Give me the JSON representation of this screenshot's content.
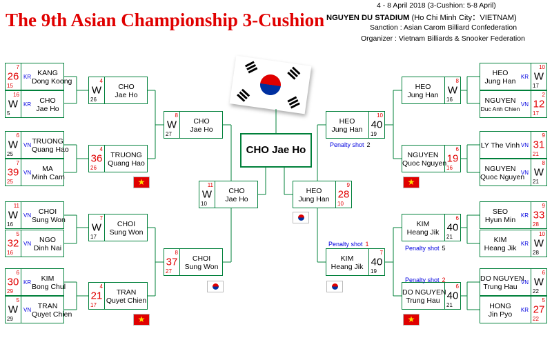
{
  "title": "The 9th Asian Championship 3-Cushion",
  "info": {
    "dates": "4 - 8 April 2018  (3-Cushion: 5-8 April)",
    "stadium": "NGUYEN DU STADIUM",
    "location": "(Ho Chi Minh City：VIETNAM)",
    "sanction": "Sanction : Asian Carom Billiard Confederation",
    "organizer": "Organizer : Vietnam Billiards & Snooker Federation"
  },
  "champion": "CHO Jae Ho",
  "round1": [
    {
      "big": "26",
      "top": "7",
      "bot": "15",
      "cc": "KR",
      "n1": "KANG",
      "n2": "Dong Koong",
      "red": true
    },
    {
      "big": "W",
      "top": "16",
      "bot": "5",
      "cc": "KR",
      "n1": "CHO",
      "n2": "Jae Ho",
      "red": false
    },
    {
      "big": "W",
      "top": "6",
      "bot": "25",
      "cc": "VN",
      "n1": "TRUONG",
      "n2": "Quang Hao",
      "red": false
    },
    {
      "big": "39",
      "top": "7",
      "bot": "25",
      "cc": "VN",
      "n1": "MA",
      "n2": "Minh Cam",
      "red": true
    },
    {
      "big": "W",
      "top": "11",
      "bot": "16",
      "cc": "VN",
      "n1": "CHOI",
      "n2": "Sung Won",
      "red": false
    },
    {
      "big": "32",
      "top": "5",
      "bot": "16",
      "cc": "VN",
      "n1": "NGO",
      "n2": "Dinh Nai",
      "red": true
    },
    {
      "big": "30",
      "top": "6",
      "bot": "29",
      "cc": "KR",
      "n1": "KIM",
      "n2": "Bong Chul",
      "red": true
    },
    {
      "big": "W",
      "top": "5",
      "bot": "29",
      "cc": "VN",
      "n1": "TRAN",
      "n2": "Quyet Chien",
      "red": false
    },
    {
      "big": "W",
      "top": "10",
      "bot": "17",
      "cc": "KR",
      "n1": "HEO",
      "n2": "Jung Han",
      "red": false
    },
    {
      "big": "12",
      "top": "2",
      "bot": "17",
      "cc": "VN",
      "n1": "NGUYEN",
      "n2": "Duc Anh Chien",
      "red": true
    },
    {
      "big": "31",
      "top": "9",
      "bot": "21",
      "cc": "VN",
      "n1": "LY The Vinh",
      "n2": "",
      "red": true
    },
    {
      "big": "W",
      "top": "8",
      "bot": "21",
      "cc": "VN",
      "n1": "NGUYEN",
      "n2": "Quoc Nguyen",
      "red": false
    },
    {
      "big": "33",
      "top": "9",
      "bot": "28",
      "cc": "KR",
      "n1": "SEO",
      "n2": "Hyun Min",
      "red": true
    },
    {
      "big": "W",
      "top": "10",
      "bot": "28",
      "cc": "KR",
      "n1": "KIM",
      "n2": "Heang Jik",
      "red": false
    },
    {
      "big": "W",
      "top": "6",
      "bot": "22",
      "cc": "VN",
      "n1": "DO NGUYEN",
      "n2": "Trung Hau",
      "red": false
    },
    {
      "big": "27",
      "top": "5",
      "bot": "22",
      "cc": "KR",
      "n1": "HONG",
      "n2": "Jin Pyo",
      "red": true
    }
  ],
  "round2": [
    {
      "big": "W",
      "top": "4",
      "bot": "26",
      "n1": "CHO",
      "n2": "Jae Ho",
      "red": false
    },
    {
      "big": "36",
      "top": "4",
      "bot": "26",
      "n1": "TRUONG",
      "n2": "Quang Hao",
      "red": true
    },
    {
      "big": "W",
      "top": "7",
      "bot": "17",
      "n1": "CHOI",
      "n2": "Sung Won",
      "red": false
    },
    {
      "big": "21",
      "top": "4",
      "bot": "17",
      "n1": "TRAN",
      "n2": "Quyet Chien",
      "red": true
    },
    {
      "big": "W",
      "top": "8",
      "bot": "16",
      "n1": "HEO",
      "n2": "Jung Han",
      "red": false
    },
    {
      "big": "19",
      "top": "6",
      "bot": "16",
      "n1": "NGUYEN",
      "n2": "Quoc Nguyen",
      "red": true
    },
    {
      "big": "40",
      "top": "6",
      "bot": "21",
      "n1": "KIM",
      "n2": "Heang Jik",
      "red": false
    },
    {
      "big": "40",
      "top": "6",
      "bot": "21",
      "n1": "DO NGUYEN",
      "n2": "Trung Hau",
      "red": false
    }
  ],
  "qf": [
    {
      "big": "W",
      "top": "8",
      "bot": "27",
      "n1": "CHO",
      "n2": "Jae Ho",
      "red": false
    },
    {
      "big": "37",
      "top": "8",
      "bot": "27",
      "n1": "CHOI",
      "n2": "Sung Won",
      "red": true
    },
    {
      "big": "40",
      "top": "10",
      "bot": "19",
      "n1": "HEO",
      "n2": "Jung Han",
      "red": false
    },
    {
      "big": "40",
      "top": "7",
      "bot": "19",
      "n1": "KIM",
      "n2": "Heang Jik",
      "red": false
    }
  ],
  "sf": [
    {
      "big": "W",
      "top": "11",
      "bot": "10",
      "n1": "CHO",
      "n2": "Jae Ho",
      "red": false
    },
    {
      "big": "28",
      "top": "9",
      "bot": "10",
      "n1": "HEO",
      "n2": "Jung Han",
      "red": true
    }
  ],
  "penalty": [
    {
      "label": "Penalty shot",
      "red": "",
      "black": "2"
    },
    {
      "label": "Penalty shot",
      "red": "1",
      "black": ""
    },
    {
      "label": "Penalty shot",
      "red": "",
      "black": "5"
    },
    {
      "label": "Penalty shot",
      "red": "2",
      "black": ""
    }
  ],
  "colors": {
    "line": "#00803a",
    "win": "#000000",
    "lose": "#e00000",
    "country": "#0000e0"
  }
}
